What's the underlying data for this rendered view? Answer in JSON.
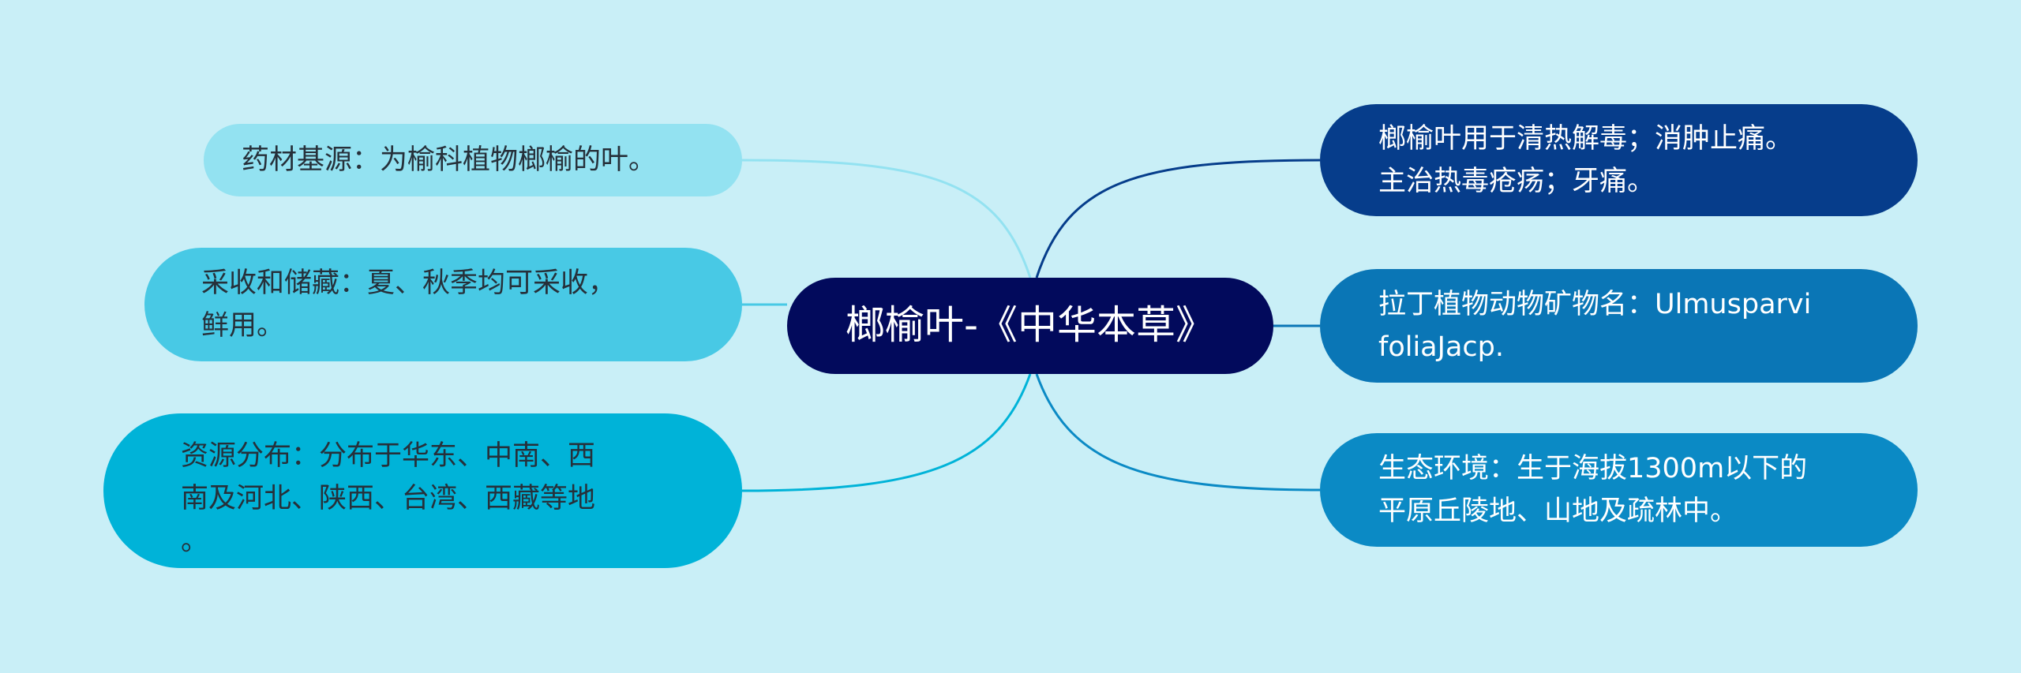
{
  "colors": {
    "background": "#c9eff7",
    "center": "#020a5c",
    "left_1": "#93e2f1",
    "left_2": "#48c9e5",
    "left_3": "#00b3d8",
    "right_1": "#063d8b",
    "right_2": "#0a76b6",
    "right_3": "#0b8ac5"
  },
  "center": {
    "label": "榔榆叶-《中华本草》"
  },
  "left_nodes": [
    {
      "text": "药材基源：为榆科植物榔榆的叶。"
    },
    {
      "text": "采收和储藏：夏、秋季均可采收，\n鲜用。"
    },
    {
      "text": "资源分布：分布于华东、中南、西\n南及河北、陕西、台湾、西藏等地\n。"
    }
  ],
  "right_nodes": [
    {
      "text": "榔榆叶用于清热解毒；消肿止痛。\n主治热毒疮疡；牙痛。"
    },
    {
      "text": "拉丁植物动物矿物名：Ulmusparvi\nfoliaJacp."
    },
    {
      "text": "生态环境：生于海拔1300m以下的\n平原丘陵地、山地及疏林中。"
    }
  ]
}
